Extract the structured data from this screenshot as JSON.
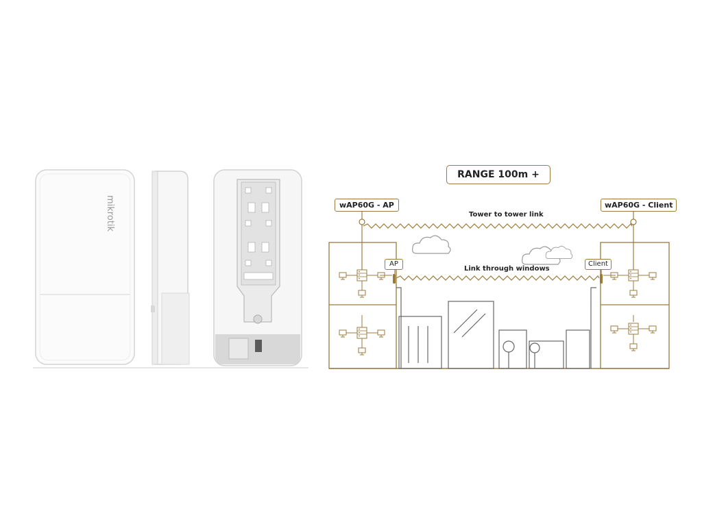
{
  "product": {
    "logo_text": "mikrotik",
    "views": [
      "front-view",
      "side-view",
      "back-view"
    ]
  },
  "diagram": {
    "range_label": "RANGE 100m +",
    "ap_device_label": "wAP60G - AP",
    "client_device_label": "wAP60G - Client",
    "tower_link_label": "Tower to tower link",
    "window_link_label": "Link through windows",
    "ap_tag": "AP",
    "client_tag": "Client"
  },
  "colors": {
    "accent": "#9c7a3c",
    "device_body": "#f4f4f4",
    "device_edge": "#cfcfcf",
    "city_line": "#555555"
  }
}
